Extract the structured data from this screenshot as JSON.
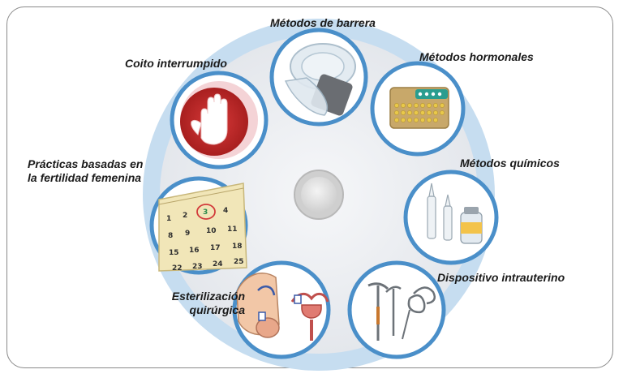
{
  "diagram": {
    "methods": [
      {
        "id": "barrier",
        "label": "Métodos de barrera",
        "icon": "condom-icon"
      },
      {
        "id": "hormonal",
        "label": "Métodos hormonales",
        "icon": "pill-pack-icon"
      },
      {
        "id": "chemical",
        "label": "Métodos químicos",
        "icon": "vials-icon"
      },
      {
        "id": "iud",
        "label": "Dispositivo intrauterino",
        "icon": "iud-icon"
      },
      {
        "id": "sterilization",
        "label_line1": "Esterilización",
        "label_line2": "quirúrgica",
        "icon": "reproductive-anatomy-icon"
      },
      {
        "id": "fertility",
        "label_line1": "Prácticas basadas en",
        "label_line2": "la fertilidad femenina",
        "icon": "calendar-icon"
      },
      {
        "id": "withdrawal",
        "label": "Coito interrumpido",
        "icon": "stop-hand-icon"
      }
    ],
    "calendar": {
      "marked_day": "3",
      "days": [
        "1",
        "2",
        "3",
        "4",
        "8",
        "9",
        "10",
        "11",
        "15",
        "16",
        "17",
        "18",
        "22",
        "23",
        "24",
        "25"
      ]
    },
    "colors": {
      "ring": "#5b9bd5",
      "disc": "#eceef1",
      "stop_red": "#c62828",
      "pill_board": "#c8a86a",
      "pill_foil": "#2a9d8f",
      "calendar": "#f1e6b8"
    }
  }
}
